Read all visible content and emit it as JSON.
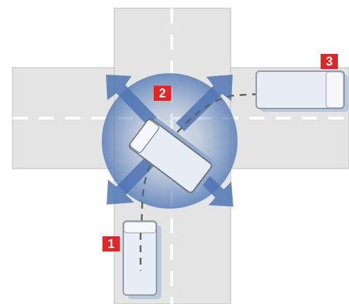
{
  "colors": {
    "road": "#e4e4e4",
    "road_edge": "#b9b9b9",
    "lane_marking": "#ffffff",
    "arrow_blue": "#4f76b4",
    "truck_body": "#e8edf3",
    "truck_outline": "#8f99a6",
    "truck_shadow": "#b8c9de",
    "path_line": "#5f6468",
    "marker_red": "#e12626"
  },
  "markers": [
    {
      "label": "1"
    },
    {
      "label": "2"
    },
    {
      "label": "3"
    }
  ]
}
